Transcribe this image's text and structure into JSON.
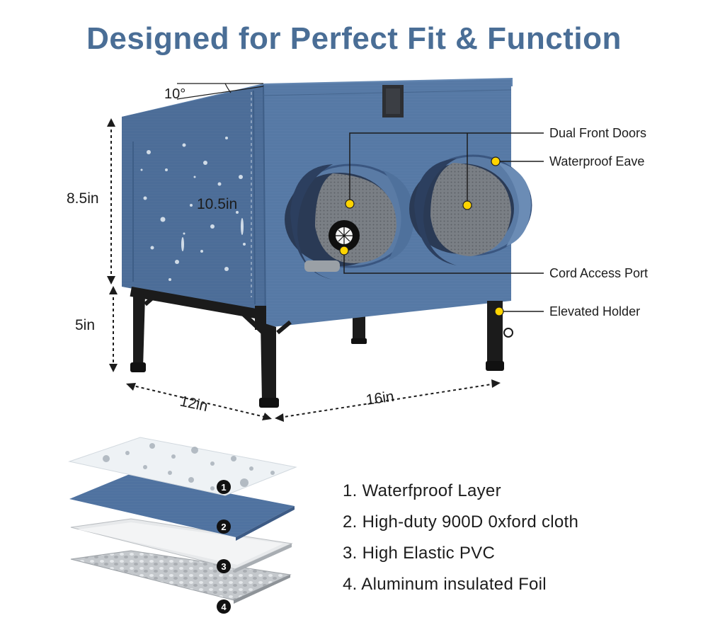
{
  "title": "Designed for Perfect Fit & Function",
  "colors": {
    "title": "#4a6e96",
    "fabric_front": "#5679a5",
    "fabric_side": "#4c6d98",
    "fabric_top": "#6487b2",
    "frame": "#1b1b1b",
    "marker": "#ffd400",
    "text": "#1c1c1c"
  },
  "dimensions": {
    "angle": "10°",
    "front_height": "8.5in",
    "back_height": "10.5in",
    "leg_height": "5in",
    "depth": "12in",
    "width": "16in"
  },
  "callouts": {
    "dual_front_doors": "Dual Front Doors",
    "waterproof_eave": "Waterproof Eave",
    "cord_access_port": "Cord Access Port",
    "elevated_holder": "Elevated Holder"
  },
  "layers": [
    {
      "number": "1",
      "label": "1. Waterfproof Layer",
      "color": "#eef2f5"
    },
    {
      "number": "2",
      "label": "2. High-duty 900D 0xford cloth",
      "color": "#4f72a0"
    },
    {
      "number": "3",
      "label": "3. High Elastic PVC",
      "color": "#e6e8ea"
    },
    {
      "number": "4",
      "label": "4. Aluminum insulated Foil",
      "color": "#bfc3c7"
    }
  ]
}
